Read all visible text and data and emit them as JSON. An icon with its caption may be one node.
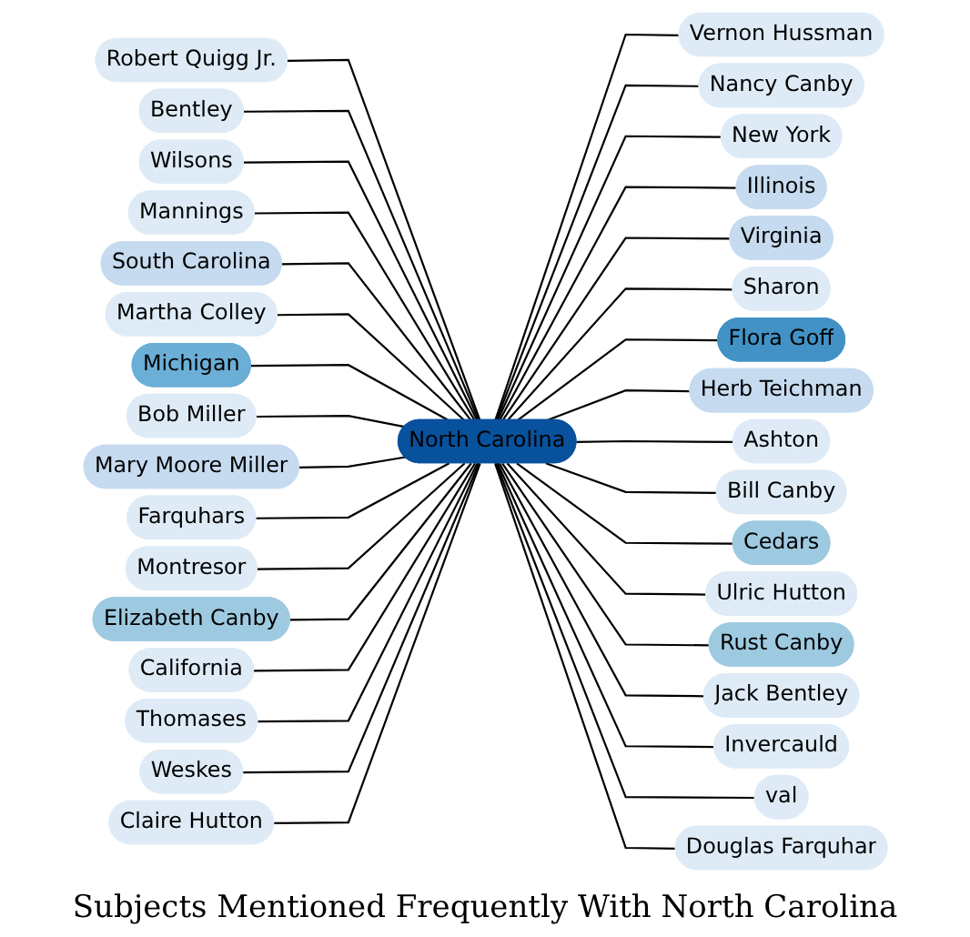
{
  "diagram": {
    "title": "Subjects Mentioned Frequently With North Carolina",
    "nodes": [
      {
        "text": [
          "North Carolina"
        ]
      },
      {
        "text": [
          "Robert Quigg Jr."
        ]
      },
      {
        "text": [
          "Vernon Hussman"
        ]
      },
      {
        "text": [
          "Bentley"
        ]
      },
      {
        "text": [
          "Nancy Canby"
        ]
      },
      {
        "text": [
          "Wilsons"
        ]
      },
      {
        "text": [
          "New York"
        ]
      },
      {
        "text": [
          "Illinois"
        ]
      },
      {
        "text": [
          "Mannings"
        ]
      },
      {
        "text": [
          "South Carolina"
        ]
      },
      {
        "text": [
          "Virginia"
        ]
      },
      {
        "text": [
          "Sharon"
        ]
      },
      {
        "text": [
          "Martha Colley"
        ]
      },
      {
        "text": [
          "Michigan"
        ]
      },
      {
        "text": [
          "Bob Miller"
        ]
      },
      {
        "text": [
          "Mary Moore Miller"
        ]
      },
      {
        "text": [
          "Flora Goff"
        ]
      },
      {
        "text": [
          "Herb Teichman"
        ]
      },
      {
        "text": [
          "Ashton"
        ]
      },
      {
        "text": [
          "Farquhars"
        ]
      },
      {
        "text": [
          "Bill Canby"
        ]
      },
      {
        "text": [
          "Montresor"
        ]
      },
      {
        "text": [
          "Elizabeth Canby"
        ]
      },
      {
        "text": [
          "Cedars"
        ]
      },
      {
        "text": [
          "Ulric Hutton"
        ]
      },
      {
        "text": [
          "Rust Canby"
        ]
      },
      {
        "text": [
          "California"
        ]
      },
      {
        "text": [
          "Jack Bentley"
        ]
      },
      {
        "text": [
          "Thomases"
        ]
      },
      {
        "text": [
          "Invercauld"
        ]
      },
      {
        "text": [
          "Weskes"
        ]
      },
      {
        "text": [
          "Claire Hutton"
        ]
      },
      {
        "text": [
          "val"
        ]
      },
      {
        "text": [
          "Douglas Farquhar"
        ]
      }
    ],
    "edges": [
      {
        "from": 0,
        "to": 1,
        "arrow": "none"
      },
      {
        "from": 0,
        "to": 2,
        "arrow": "none"
      },
      {
        "from": 0,
        "to": 3,
        "arrow": "none"
      },
      {
        "from": 0,
        "to": 4,
        "arrow": "none"
      },
      {
        "from": 0,
        "to": 5,
        "arrow": "none"
      },
      {
        "from": 0,
        "to": 6,
        "arrow": "none"
      },
      {
        "from": 0,
        "to": 7,
        "arrow": "none"
      },
      {
        "from": 0,
        "to": 8,
        "arrow": "none"
      },
      {
        "from": 0,
        "to": 9,
        "arrow": "none"
      },
      {
        "from": 0,
        "to": 10,
        "arrow": "none"
      },
      {
        "from": 0,
        "to": 11,
        "arrow": "none"
      },
      {
        "from": 0,
        "to": 12,
        "arrow": "none"
      },
      {
        "from": 0,
        "to": 13,
        "arrow": "none"
      },
      {
        "from": 0,
        "to": 14,
        "arrow": "none"
      },
      {
        "from": 0,
        "to": 15,
        "arrow": "none"
      },
      {
        "from": 0,
        "to": 16,
        "arrow": "none"
      },
      {
        "from": 0,
        "to": 17,
        "arrow": "none"
      },
      {
        "from": 0,
        "to": 18,
        "arrow": "none"
      },
      {
        "from": 0,
        "to": 19,
        "arrow": "none"
      },
      {
        "from": 0,
        "to": 20,
        "arrow": "none"
      },
      {
        "from": 0,
        "to": 21,
        "arrow": "none"
      },
      {
        "from": 0,
        "to": 22,
        "arrow": "none"
      },
      {
        "from": 0,
        "to": 23,
        "arrow": "none"
      },
      {
        "from": 0,
        "to": 24,
        "arrow": "none"
      },
      {
        "from": 0,
        "to": 25,
        "arrow": "none"
      },
      {
        "from": 0,
        "to": 26,
        "arrow": "none"
      },
      {
        "from": 0,
        "to": 27,
        "arrow": "none"
      },
      {
        "from": 0,
        "to": 28,
        "arrow": "none"
      },
      {
        "from": 0,
        "to": 29,
        "arrow": "none"
      },
      {
        "from": 0,
        "to": 30,
        "arrow": "none"
      },
      {
        "from": 0,
        "to": 31,
        "arrow": "none"
      },
      {
        "from": 0,
        "to": 32,
        "arrow": "none"
      },
      {
        "from": 0,
        "to": 33,
        "arrow": "none"
      }
    ]
  }
}
